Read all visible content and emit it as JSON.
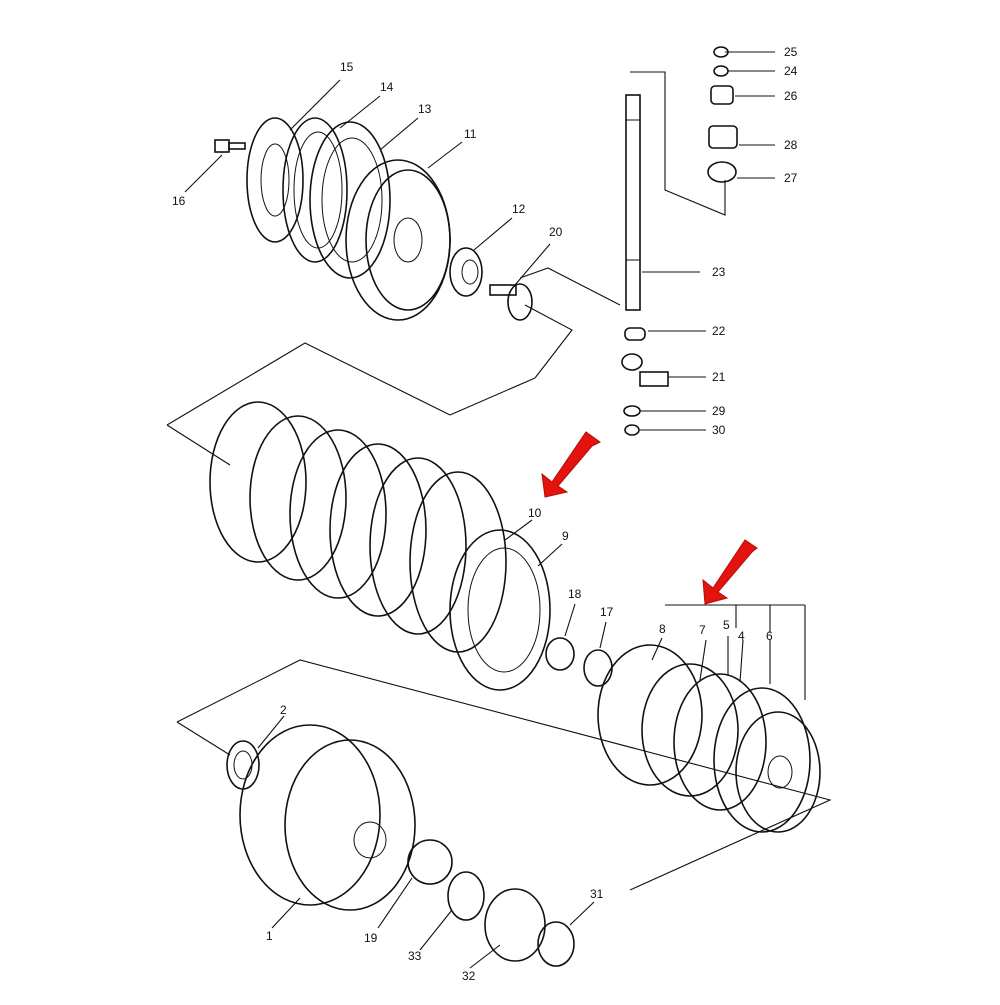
{
  "diagram": {
    "part_labels": [
      "1",
      "2",
      "4",
      "5",
      "6",
      "7",
      "8",
      "9",
      "10",
      "11",
      "12",
      "13",
      "14",
      "15",
      "16",
      "17",
      "18",
      "19",
      "20",
      "21",
      "22",
      "23",
      "24",
      "25",
      "26",
      "27",
      "28",
      "29",
      "30",
      "31",
      "32",
      "33"
    ],
    "arrow_color": "#e3140e",
    "line_color": "#111111"
  }
}
